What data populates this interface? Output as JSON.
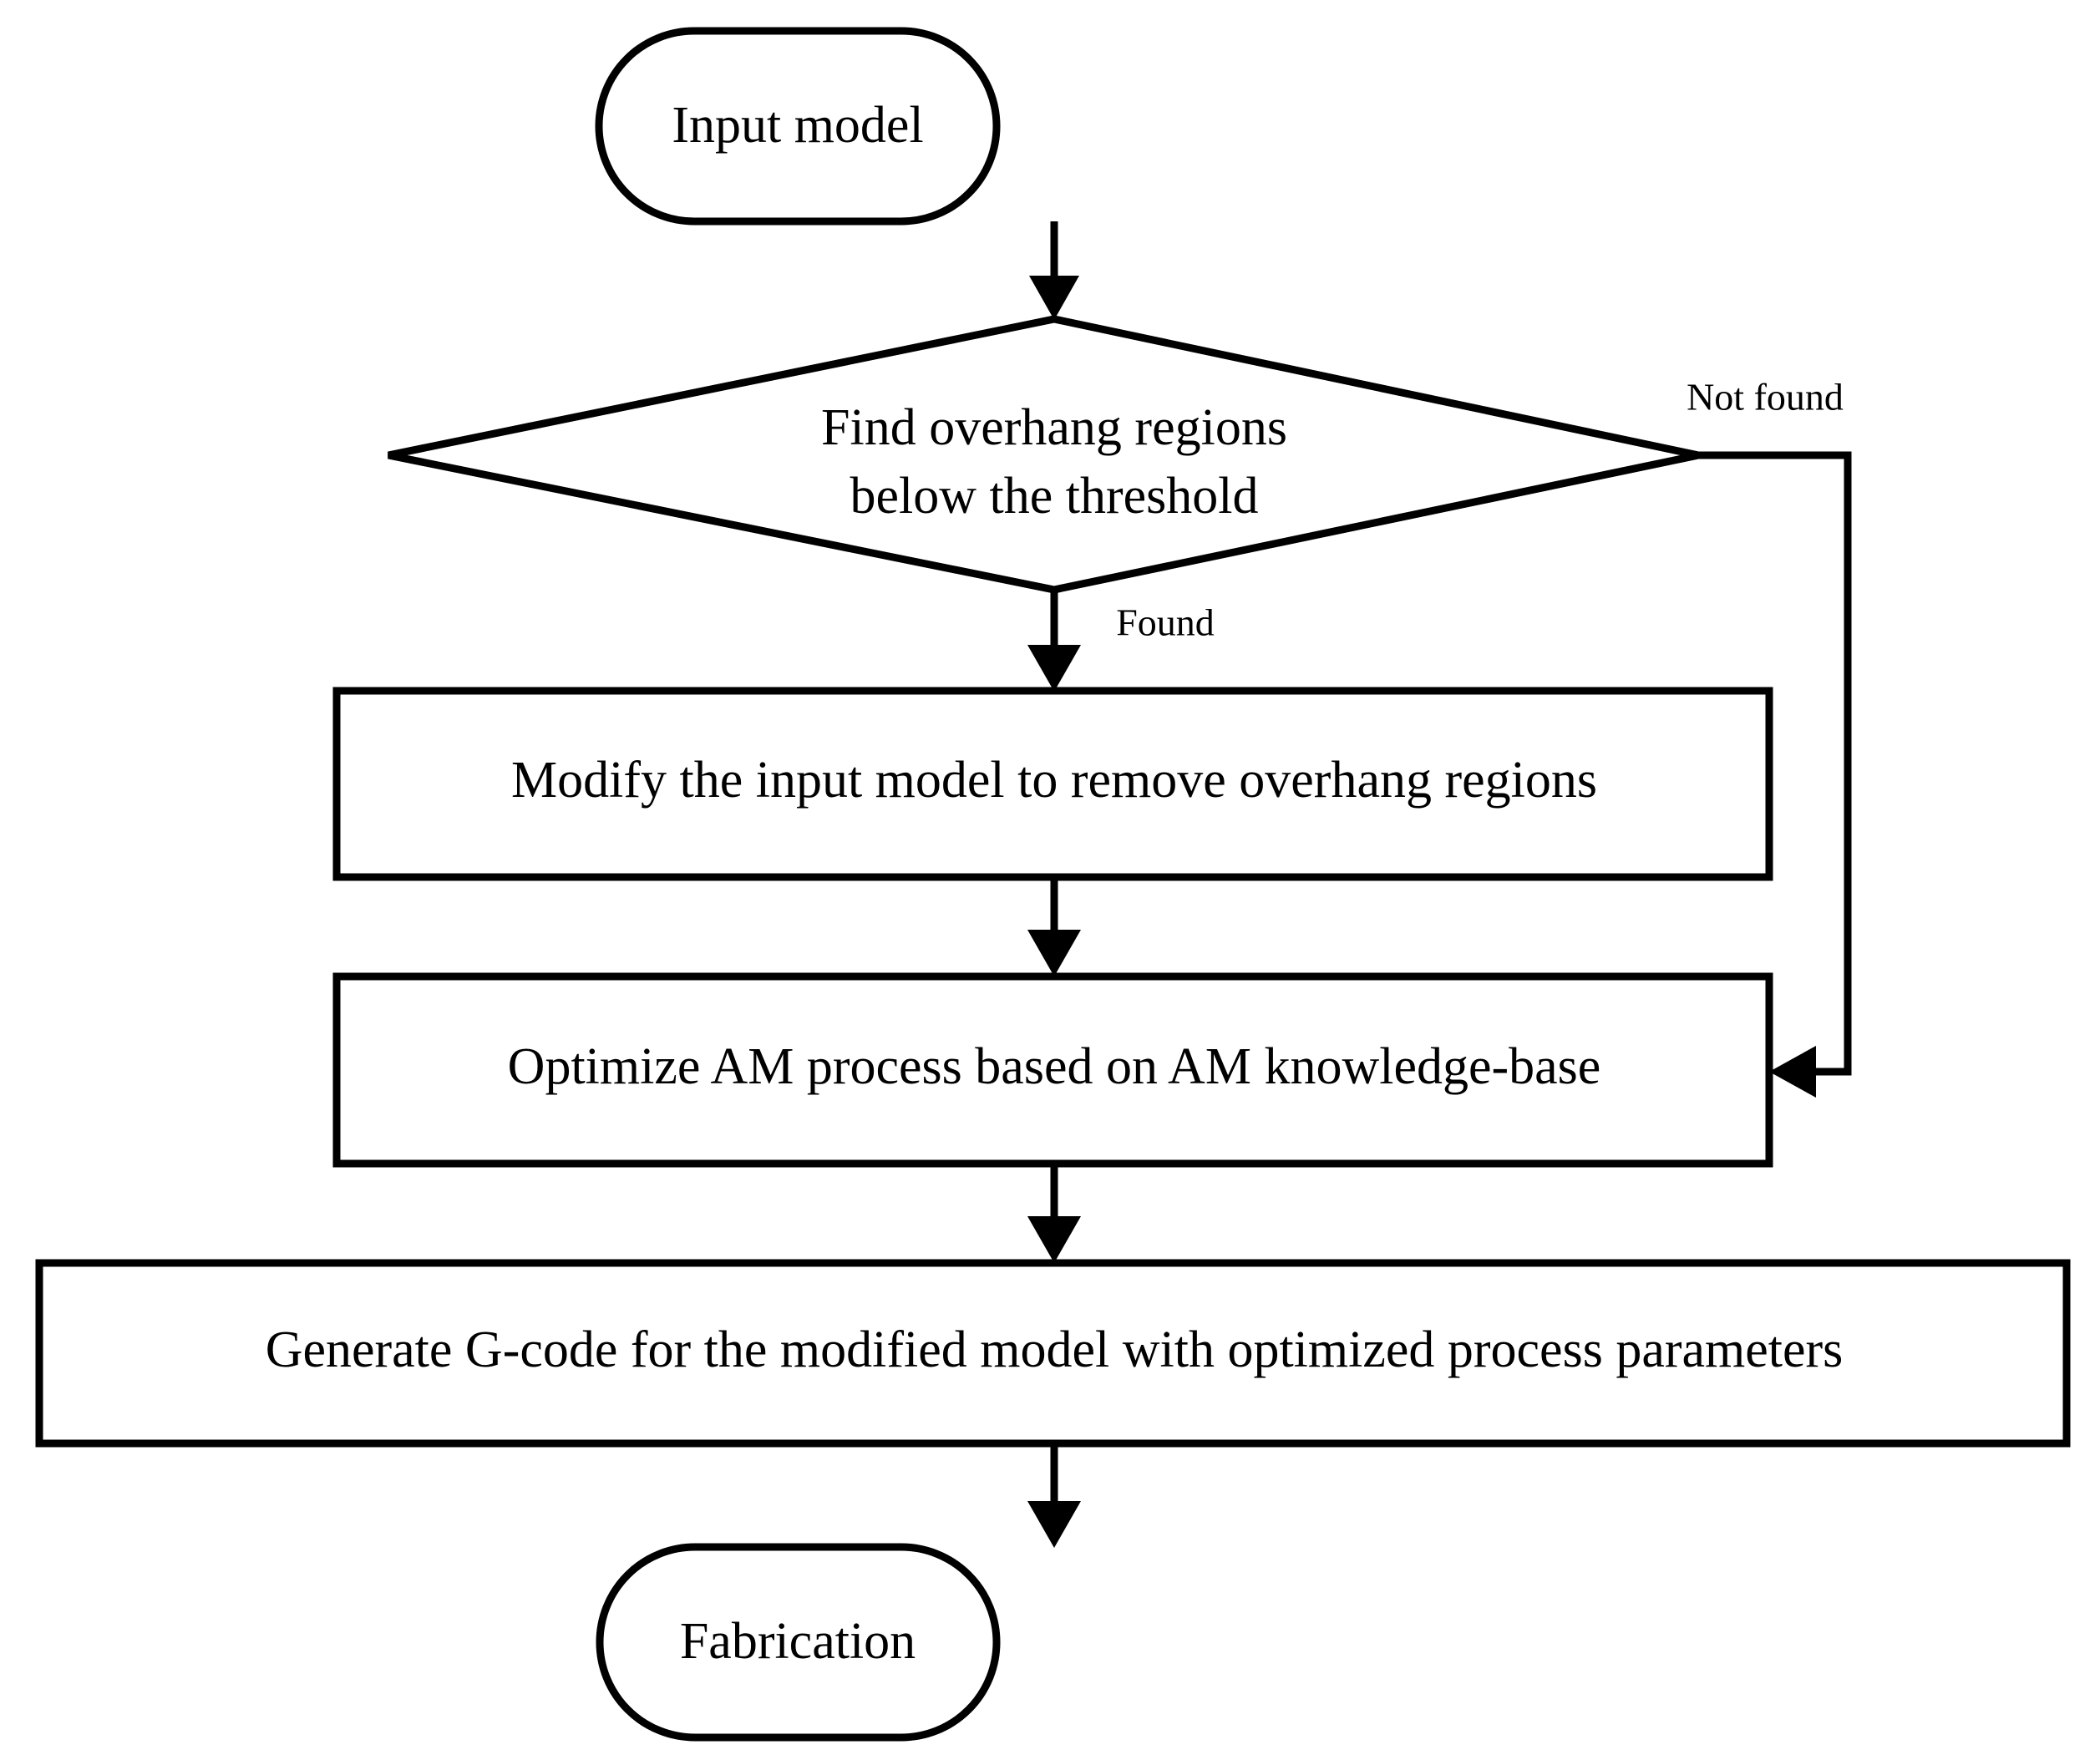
{
  "diagram": {
    "title": "Additive manufacturing overhang-removal process flowchart",
    "type": "flowchart",
    "background_color": "#ffffff",
    "line_color": "#000000",
    "text_color": "#000000",
    "nodes": [
      {
        "id": "input-model",
        "shape": "terminator",
        "label": "Input model"
      },
      {
        "id": "find-overhang",
        "shape": "decision",
        "label_line1": "Find overhang regions",
        "label_line2": "below the threshold"
      },
      {
        "id": "modify-model",
        "shape": "process",
        "label": "Modify the input model to remove overhang regions"
      },
      {
        "id": "optimize-am",
        "shape": "process",
        "label": "Optimize AM process based on AM knowledge-base"
      },
      {
        "id": "generate-gcode",
        "shape": "process",
        "label": "Generate G-code for the modified model with optimized process parameters"
      },
      {
        "id": "fabrication",
        "shape": "terminator",
        "label": "Fabrication"
      }
    ],
    "edges": [
      {
        "id": "input-to-decision",
        "from": "input-model",
        "to": "find-overhang",
        "label": ""
      },
      {
        "id": "decision-found",
        "from": "find-overhang",
        "to": "modify-model",
        "label": "Found"
      },
      {
        "id": "decision-not-found",
        "from": "find-overhang",
        "to": "optimize-am",
        "label": "Not found"
      },
      {
        "id": "modify-to-optimize",
        "from": "modify-model",
        "to": "optimize-am",
        "label": ""
      },
      {
        "id": "optimize-to-gcode",
        "from": "optimize-am",
        "to": "generate-gcode",
        "label": ""
      },
      {
        "id": "gcode-to-fabrication",
        "from": "generate-gcode",
        "to": "fabrication",
        "label": ""
      }
    ]
  }
}
